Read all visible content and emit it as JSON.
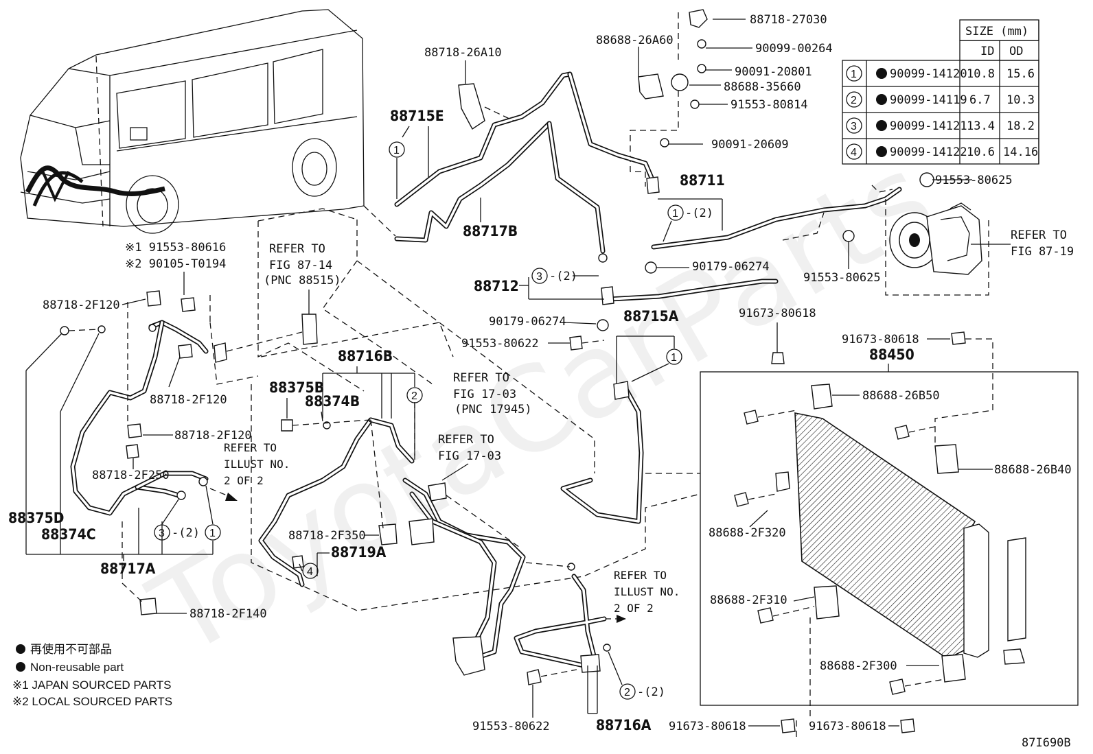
{
  "diagram_code": "87I690B",
  "watermark": "ToyotaCarParts",
  "size_table": {
    "header": "SIZE (mm)",
    "col_id": "ID",
    "col_od": "OD",
    "rows": [
      {
        "num": "1",
        "part": "90099-14120",
        "id": "10.8",
        "od": "15.6"
      },
      {
        "num": "2",
        "part": "90099-14119",
        "id": "6.7",
        "od": "10.3"
      },
      {
        "num": "3",
        "part": "90099-14121",
        "id": "13.4",
        "od": "18.2"
      },
      {
        "num": "4",
        "part": "90099-14122",
        "id": "10.6",
        "od": "14.16"
      }
    ]
  },
  "legend": {
    "jp": "再使用不可部品",
    "en": "Non-reusable part",
    "note1": "※1 JAPAN SOURCED PARTS",
    "note2": "※2 LOCAL SOURCED PARTS"
  },
  "refs": {
    "r8714": [
      "REFER TO",
      "FIG 87-14",
      "(PNC 88515)"
    ],
    "r1703a": [
      "REFER TO",
      "FIG 17-03",
      "(PNC 17945)"
    ],
    "r1703b": [
      "REFER TO",
      "FIG 17-03"
    ],
    "r8719": [
      "REFER TO",
      "FIG 87-19"
    ],
    "rillustL": [
      "REFER TO",
      "ILLUST NO.",
      "2 OF 2"
    ],
    "rillustR": [
      "REFER TO",
      "ILLUST NO.",
      "2 OF 2"
    ]
  },
  "labels": {
    "p88718_27030": "88718-27030",
    "p88688_26A60": "88688-26A60",
    "p90099_00264": "90099-00264",
    "p90091_20801": "90091-20801",
    "p88688_35660": "88688-35660",
    "p91553_80814": "91553-80814",
    "p90091_20609": "90091-20609",
    "p88718_26A10": "88718-26A10",
    "p88715E": "88715E",
    "p88717B": "88717B",
    "p88711": "88711",
    "p88711_sub": "-(2)",
    "p91553_80625a": "91553-80625",
    "p91553_80625b": "91553-80625",
    "p90179_06274a": "90179-06274",
    "p90179_06274b": "90179-06274",
    "p88712": "88712",
    "p88712_sub": "-(2)",
    "p88715A": "88715A",
    "p91673_80618a": "91673-80618",
    "p91673_80618b": "91673-80618",
    "p91673_80618c": "91673-80618",
    "p91673_80618d": "91673-80618",
    "p88450": "88450",
    "p91553_80622a": "91553-80622",
    "p91553_80622b": "91553-80622",
    "p88716B": "88716B",
    "p88375B": "88375B",
    "p88374B": "88374B",
    "p88688_26B50": "88688-26B50",
    "p88688_26B40": "88688-26B40",
    "p88688_2F320": "88688-2F320",
    "p88688_2F310": "88688-2F310",
    "p88688_2F300": "88688-2F300",
    "p88716A": "88716A",
    "p88716A_sub": "-(2)",
    "p88718_2F350": "88718-2F350",
    "p88719A": "88719A",
    "p88718_2F120a": "88718-2F120",
    "p88718_2F120b": "88718-2F120",
    "p88718_2F120c": "88718-2F120",
    "p88718_2F250": "88718-2F250",
    "p88718_2F140": "88718-2F140",
    "p91553_80616": "※1 91553-80616",
    "p90105_T0194": "※2 90105-T0194",
    "p88375D": "88375D",
    "p88374C": "88374C",
    "p88717A": "88717A",
    "p88717A_sub": "-(2)"
  },
  "circles": {
    "c1": "1",
    "c2": "2",
    "c3": "3",
    "c4": "4"
  }
}
